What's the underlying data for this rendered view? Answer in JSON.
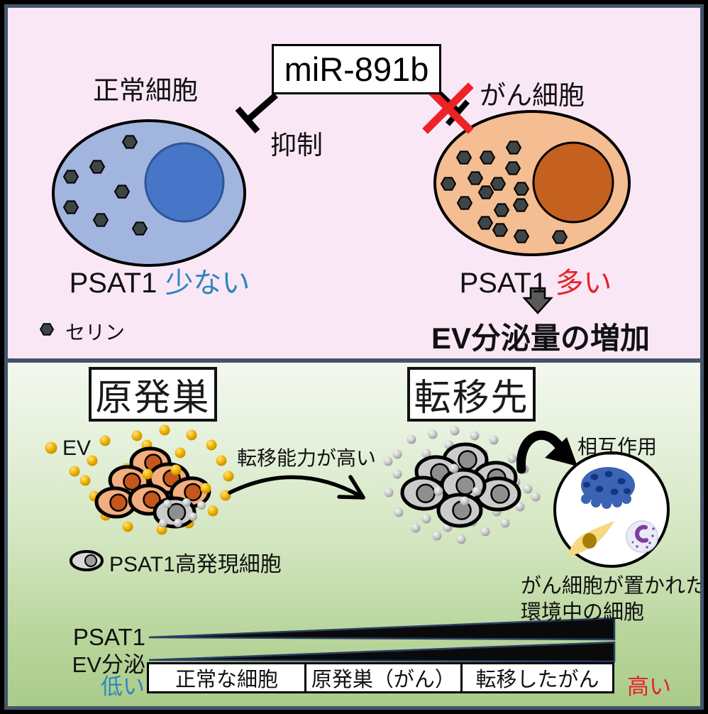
{
  "top_panel": {
    "mir_box": {
      "label": "miR-891b"
    },
    "inhibition_label": "抑制",
    "normal_cell_title": "正常細胞",
    "cancer_cell_title": "がん細胞",
    "psat1_low": {
      "prefix": "PSAT1 ",
      "level": "少ない"
    },
    "psat1_high": {
      "prefix": "PSAT1 ",
      "level": "多い"
    },
    "ev_increase_label": "EV分泌量の増加",
    "serine_legend_label": "セリン"
  },
  "bottom_panel": {
    "primary_site_label": "原発巣",
    "metastasis_label": "転移先",
    "ev_legend_label": "EV",
    "metastatic_ability_label": "転移能力が高い",
    "interaction_label": "相互作用",
    "psat1_high_cell_legend": "PSAT1高発現細胞",
    "environment_caption": {
      "line1": "がん細胞が置かれた",
      "line2": "環境中の細胞"
    },
    "scale": {
      "psat1_label": "PSAT1",
      "ev_label": "EV分泌",
      "low_label": "低い",
      "high_label": "高い",
      "stages": [
        {
          "label": "正常な細胞"
        },
        {
          "label": "原発巣（がん）"
        },
        {
          "label": "転移したがん"
        }
      ]
    }
  },
  "colors": {
    "top_background": "#FAE7F6",
    "panel_border": "#44546A",
    "normal_cell_fill": "#A1B5DF",
    "normal_nucleus_fill": "#4776C9",
    "cancer_cell_fill": "#F4BD92",
    "cancer_nucleus_fill": "#C46120",
    "low_text": "#2E86C1",
    "high_text": "#E8232A",
    "ev_gold": "#EDAF00",
    "inhibit_cross_red": "#EC2227"
  }
}
